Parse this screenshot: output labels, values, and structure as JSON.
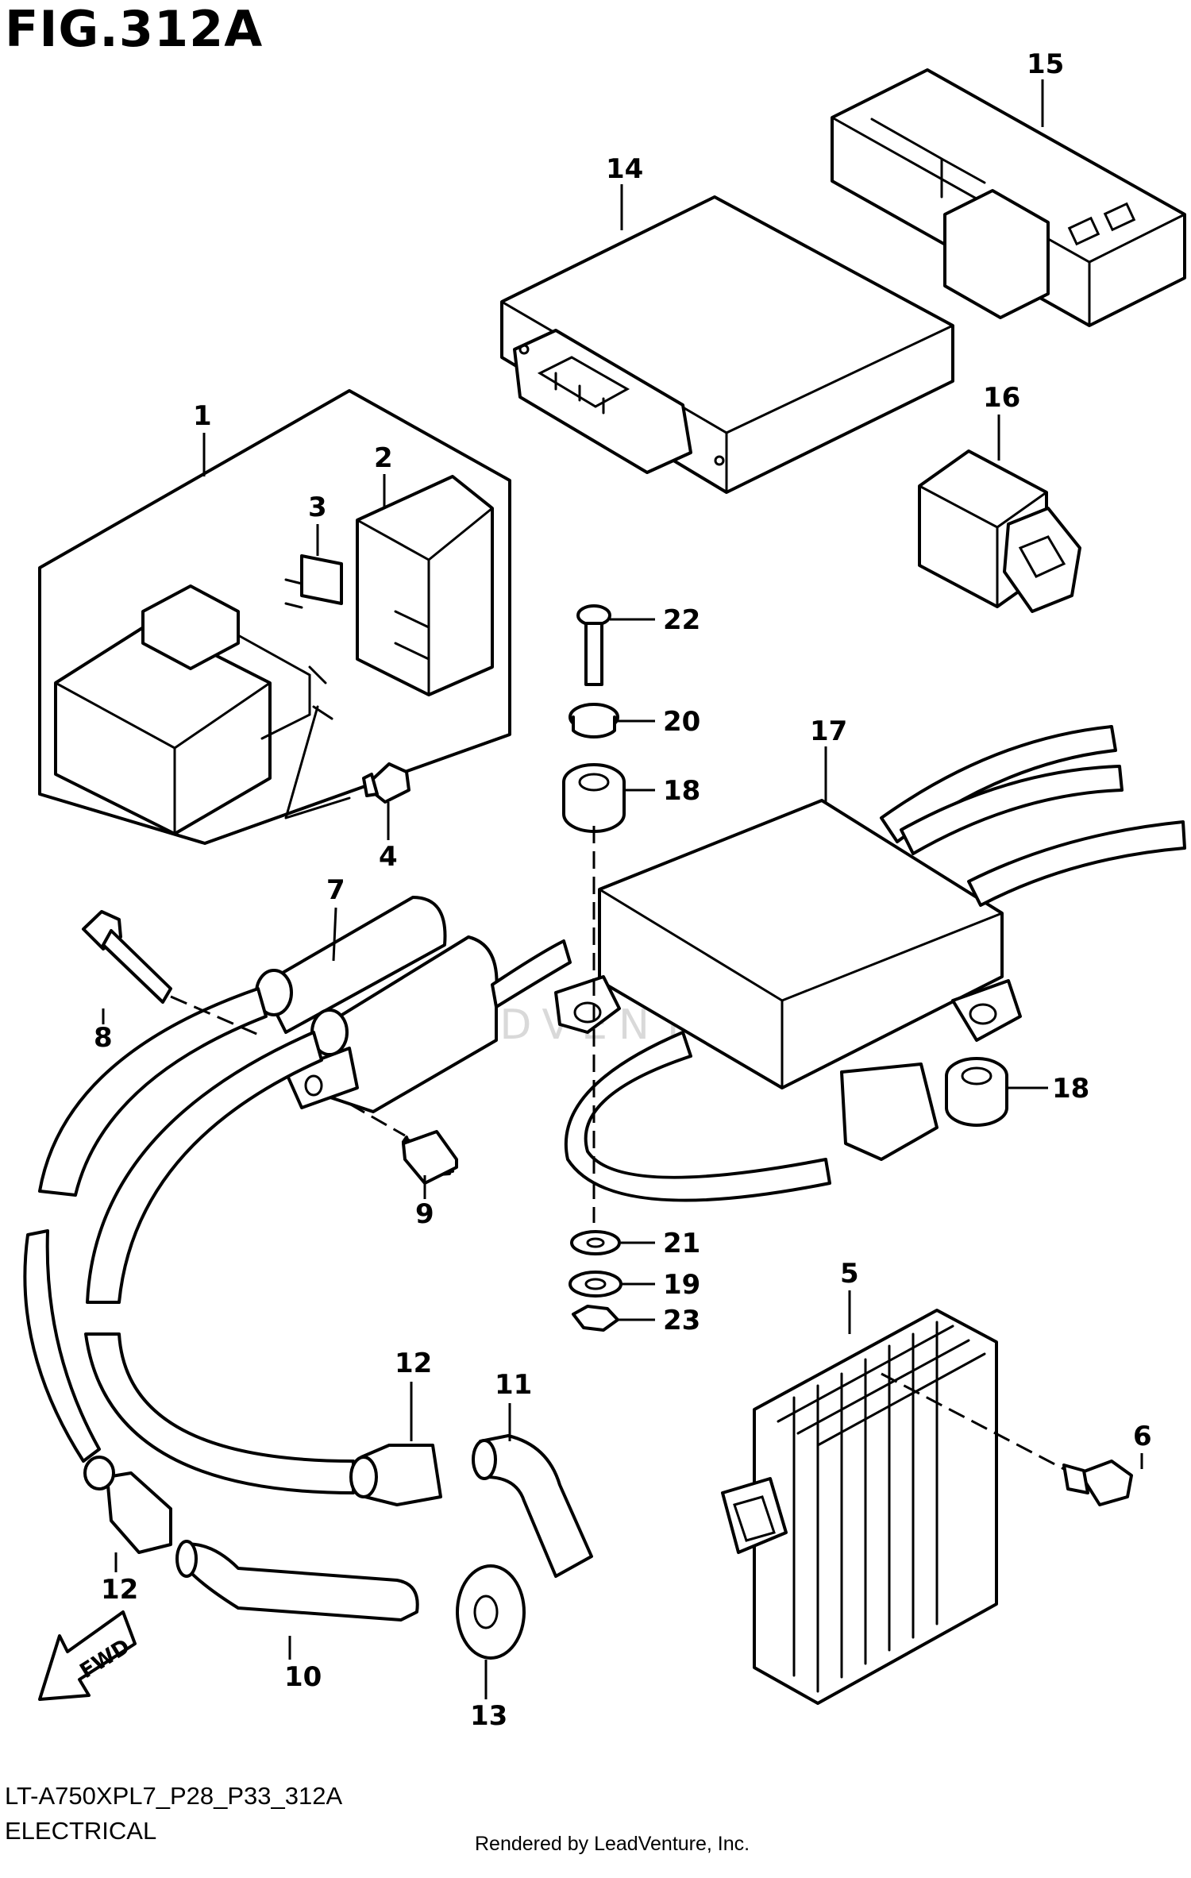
{
  "figure_title": "FIG.312A",
  "model_code": "LT-A750XPL7_P28_P33_312A",
  "section_name": "ELECTRICAL",
  "rendered_by": "Rendered by LeadVenture, Inc.",
  "watermark": "LEADVENTURE",
  "fwd_label": "FWD",
  "callouts": {
    "c1": "1",
    "c2": "2",
    "c3": "3",
    "c4": "4",
    "c5": "5",
    "c6": "6",
    "c7": "7",
    "c8": "8",
    "c9": "9",
    "c10": "10",
    "c11": "11",
    "c12a": "12",
    "c12b": "12",
    "c13": "13",
    "c14": "14",
    "c15": "15",
    "c16": "16",
    "c17": "17",
    "c18a": "18",
    "c18b": "18",
    "c19": "19",
    "c20": "20",
    "c21": "21",
    "c22": "22",
    "c23": "23"
  }
}
